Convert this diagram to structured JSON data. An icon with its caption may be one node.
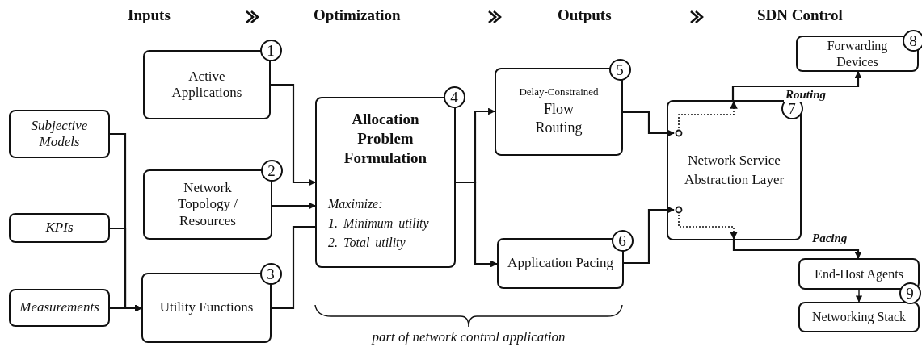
{
  "diagram": {
    "nodes": [
      {
        "text": [
          "Subjective Models"
        ]
      },
      {
        "text": [
          "KPIs"
        ]
      },
      {
        "text": [
          "Measurements"
        ]
      },
      {
        "text": [
          "Active Applications"
        ]
      },
      {
        "text": [
          "Network Topology / Resources"
        ]
      },
      {
        "text": [
          "Utility Functions"
        ]
      },
      {
        "text": [
          "Allocation Problem Formulation",
          "Maximize:",
          "1. Minimum utility",
          "2. Total utility"
        ]
      },
      {
        "text": [
          "Delay-Constrained",
          "Flow Routing"
        ]
      },
      {
        "text": [
          "Application Pacing"
        ]
      },
      {
        "text": [
          "Network Service Abstraction Layer"
        ]
      },
      {
        "text": [
          "Forwarding Devices"
        ]
      },
      {
        "text": [
          "End-Host Agents"
        ]
      },
      {
        "text": [
          "Networking Stack"
        ]
      }
    ],
    "edges": [
      {
        "from": 0,
        "to": 5,
        "arrow": "to"
      },
      {
        "from": 1,
        "to": 5,
        "arrow": "to"
      },
      {
        "from": 2,
        "to": 5,
        "arrow": "to"
      },
      {
        "from": 3,
        "to": 6,
        "arrow": "to"
      },
      {
        "from": 4,
        "to": 6,
        "arrow": "to"
      },
      {
        "from": 5,
        "to": 6,
        "arrow": "none"
      },
      {
        "from": 6,
        "to": 7,
        "arrow": "to"
      },
      {
        "from": 6,
        "to": 8,
        "arrow": "to"
      },
      {
        "from": 7,
        "to": 9,
        "arrow": "to"
      },
      {
        "from": 8,
        "to": 9,
        "arrow": "to"
      },
      {
        "from": 9,
        "to": 10,
        "label": "Routing",
        "arrow": "to"
      },
      {
        "from": 9,
        "to": 11,
        "label": "Pacing",
        "arrow": "to"
      },
      {
        "from": 11,
        "to": 12,
        "arrow": "to"
      }
    ],
    "labels": [
      "Inputs",
      "Optimization",
      "Outputs",
      "SDN Control",
      "1",
      "2",
      "3",
      "4",
      "5",
      "6",
      "7",
      "8",
      "9",
      "part of network control application"
    ]
  }
}
